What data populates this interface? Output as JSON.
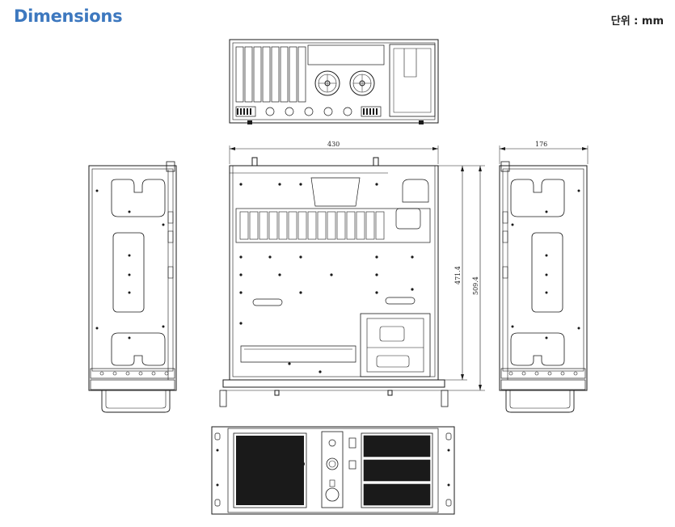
{
  "header": {
    "title": "Dimensions",
    "unit": "단위 : mm"
  },
  "dimensions": {
    "width": "430",
    "depth": "471.4",
    "overall_depth": "509.4",
    "height": "176"
  },
  "colors": {
    "title": "#3d78bf",
    "line": "#1a1a1a"
  }
}
